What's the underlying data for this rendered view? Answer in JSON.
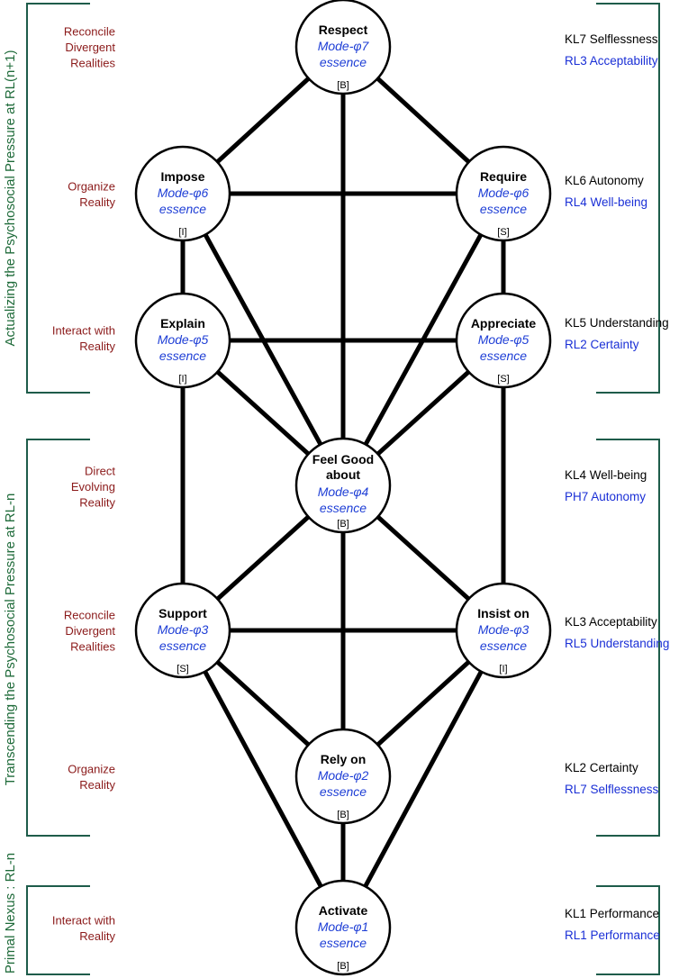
{
  "side_sections": [
    {
      "title": "Actualizing the Psychosocial Pressure at RL(n+1)"
    },
    {
      "title": "Transcending the Psychosocial Pressure at RL-n"
    },
    {
      "title": "Primal Nexus : RL-n"
    }
  ],
  "nodes": {
    "respect": {
      "title": [
        "Respect"
      ],
      "mode": "Mode-φ7",
      "essence": "essence",
      "tag": "[B]"
    },
    "impose": {
      "title": [
        "Impose"
      ],
      "mode": "Mode-φ6",
      "essence": "essence",
      "tag": "[I]"
    },
    "require": {
      "title": [
        "Require"
      ],
      "mode": "Mode-φ6",
      "essence": "essence",
      "tag": "[S]"
    },
    "explain": {
      "title": [
        "Explain"
      ],
      "mode": "Mode-φ5",
      "essence": "essence",
      "tag": "[I]"
    },
    "appreciate": {
      "title": [
        "Appreciate"
      ],
      "mode": "Mode-φ5",
      "essence": "essence",
      "tag": "[S]"
    },
    "feel_good": {
      "title": [
        "Feel Good",
        "about"
      ],
      "mode": "Mode-φ4",
      "essence": "essence",
      "tag": "[B]"
    },
    "support": {
      "title": [
        "Support"
      ],
      "mode": "Mode-φ3",
      "essence": "essence",
      "tag": "[S]"
    },
    "insist_on": {
      "title": [
        "Insist on"
      ],
      "mode": "Mode-φ3",
      "essence": "essence",
      "tag": "[I]"
    },
    "rely_on": {
      "title": [
        "Rely on"
      ],
      "mode": "Mode-φ2",
      "essence": "essence",
      "tag": "[B]"
    },
    "activate": {
      "title": [
        "Activate"
      ],
      "mode": "Mode-φ1",
      "essence": "essence",
      "tag": "[B]"
    }
  },
  "edges": [
    [
      "respect",
      "impose"
    ],
    [
      "respect",
      "require"
    ],
    [
      "respect",
      "feel_good"
    ],
    [
      "impose",
      "require"
    ],
    [
      "impose",
      "explain"
    ],
    [
      "impose",
      "feel_good"
    ],
    [
      "require",
      "appreciate"
    ],
    [
      "require",
      "feel_good"
    ],
    [
      "explain",
      "appreciate"
    ],
    [
      "explain",
      "feel_good"
    ],
    [
      "explain",
      "support"
    ],
    [
      "appreciate",
      "feel_good"
    ],
    [
      "appreciate",
      "insist_on"
    ],
    [
      "feel_good",
      "support"
    ],
    [
      "feel_good",
      "insist_on"
    ],
    [
      "feel_good",
      "rely_on"
    ],
    [
      "support",
      "insist_on"
    ],
    [
      "support",
      "rely_on"
    ],
    [
      "support",
      "activate"
    ],
    [
      "insist_on",
      "rely_on"
    ],
    [
      "insist_on",
      "activate"
    ],
    [
      "rely_on",
      "activate"
    ]
  ],
  "left_labels": [
    {
      "lines": [
        "Reconcile",
        "Divergent",
        "Realities"
      ]
    },
    {
      "lines": [
        "Organize",
        "Reality"
      ]
    },
    {
      "lines": [
        "Interact with",
        "Reality"
      ]
    },
    {
      "lines": [
        "Direct",
        "Evolving",
        "Reality"
      ]
    },
    {
      "lines": [
        "Reconcile",
        "Divergent",
        "Realities"
      ]
    },
    {
      "lines": [
        "Organize",
        "Reality"
      ]
    },
    {
      "lines": [
        "Interact with",
        "Reality"
      ]
    }
  ],
  "right_labels": [
    {
      "kl": "KL7 Selflessness",
      "rl": "RL3 Acceptability"
    },
    {
      "kl": "KL6 Autonomy",
      "rl": "RL4 Well-being"
    },
    {
      "kl": "KL5 Understanding",
      "rl": "RL2 Certainty"
    },
    {
      "kl": "KL4 Well-being",
      "rl": "PH7 Autonomy"
    },
    {
      "kl": "KL3 Acceptability",
      "rl": "RL5 Understanding"
    },
    {
      "kl": "KL2 Certainty",
      "rl": "RL7 Selflessness"
    },
    {
      "kl": "KL1 Performance",
      "rl": "RL1 Performance"
    }
  ],
  "colors": {
    "edge": "#000000",
    "node_mode": "#1f3fd6",
    "left_label": "#8b1a1a",
    "kl_label": "#000000",
    "rl_label": "#1a2fd6",
    "bracket": "#1e5c4a",
    "side_title": "#1f6b3a"
  }
}
